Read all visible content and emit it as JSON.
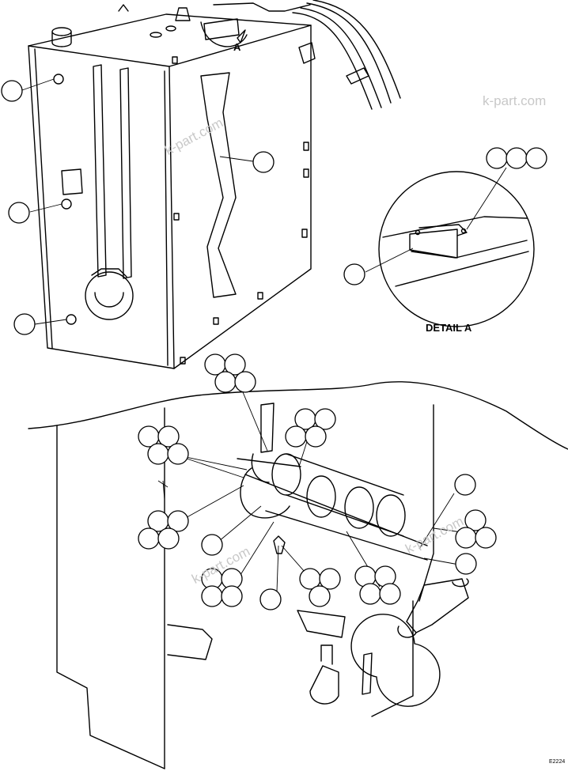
{
  "view_arrow_label": "A",
  "detail_label": "DETAIL A",
  "watermark": "k-part.com",
  "figure_code": "E2224"
}
